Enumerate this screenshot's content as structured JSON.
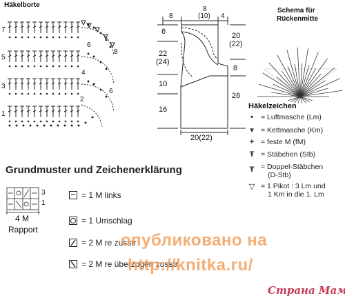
{
  "haekelborte": {
    "title": "Häkelborte",
    "row_numbers": [
      "7",
      "5",
      "3",
      "1"
    ],
    "small_numbers": [
      "6",
      "8",
      "4",
      "6",
      "2"
    ]
  },
  "schematic": {
    "widths_top": [
      "8",
      "(10)",
      "4",
      "8"
    ],
    "left_dims": [
      "6",
      "22",
      "(24)",
      "10",
      "16"
    ],
    "right_dims": [
      "20",
      "(22)",
      "8",
      "26"
    ],
    "bottom": "20(22)"
  },
  "schema_rueckenmitte": {
    "line1": "Schema für",
    "line2": "Rückenmitte"
  },
  "haekelzeichen": {
    "title": "Häkelzeichen",
    "items": [
      {
        "symbol": "•",
        "label": "= Luftmasche (Lm)"
      },
      {
        "symbol": "▾",
        "label": "= Kettmasche (Km)"
      },
      {
        "symbol": "+",
        "label": "= feste M (fM)"
      },
      {
        "symbol": "Ŧ",
        "label": "= Stäbchen (Stb)"
      },
      {
        "symbol": "Ŧ",
        "label": "= Doppel-Stäbchen",
        "label2": "(D-Stb)"
      },
      {
        "symbol": "▽",
        "label": "= 1 Pikot : 3 Lm und",
        "label2": "1 Km in die 1. Lm"
      }
    ]
  },
  "grundmuster": {
    "title": "Grundmuster und Zeichenerklärung",
    "rapport_rows": [
      "3",
      "1"
    ],
    "rapport_count": "4 M",
    "rapport_label": "Rapport",
    "legend": [
      {
        "label": "= 1 M links"
      },
      {
        "label": "= 1 Umschlag"
      },
      {
        "label": "= 2 M re zusstr"
      },
      {
        "label": "= 2 M re überzogen zusstr"
      }
    ]
  },
  "watermark": {
    "line1": "опубликовано на",
    "line2": "http://knitka.ru/",
    "brand": "Страна Мам"
  }
}
